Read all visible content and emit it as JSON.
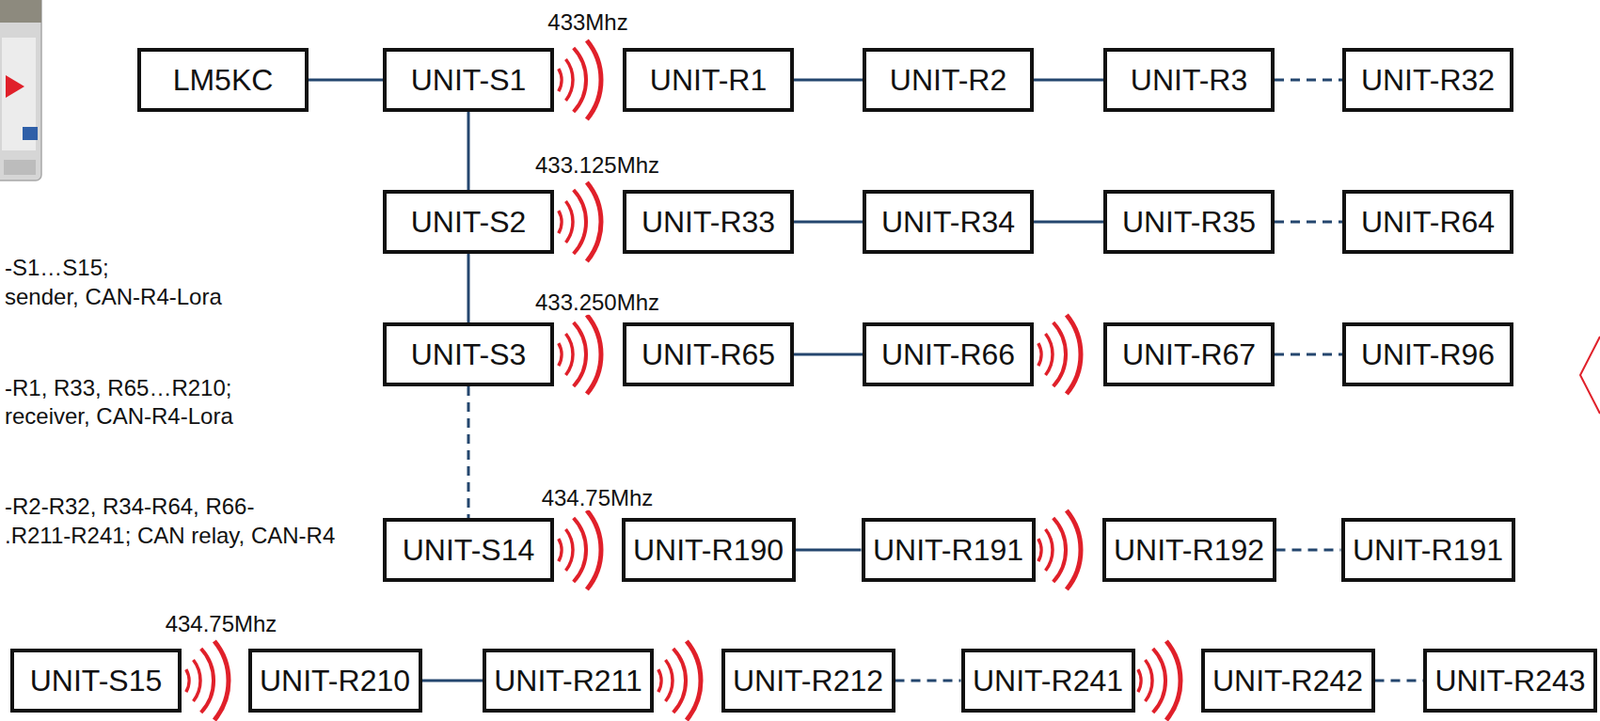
{
  "diagram": {
    "nodes": [
      {
        "text": [
          "LM5KC"
        ]
      },
      {
        "text": [
          "UNIT-S1"
        ]
      },
      {
        "text": [
          "UNIT-R1"
        ]
      },
      {
        "text": [
          "UNIT-R2"
        ]
      },
      {
        "text": [
          "UNIT-R3"
        ]
      },
      {
        "text": [
          "UNIT-R32"
        ]
      },
      {
        "text": [
          "UNIT-S2"
        ]
      },
      {
        "text": [
          "UNIT-R33"
        ]
      },
      {
        "text": [
          "UNIT-R34"
        ]
      },
      {
        "text": [
          "UNIT-R35"
        ]
      },
      {
        "text": [
          "UNIT-R64"
        ]
      },
      {
        "text": [
          "UNIT-S3"
        ]
      },
      {
        "text": [
          "UNIT-R65"
        ]
      },
      {
        "text": [
          "UNIT-R66"
        ]
      },
      {
        "text": [
          "UNIT-R67"
        ]
      },
      {
        "text": [
          "UNIT-R96"
        ]
      },
      {
        "text": [
          "UNIT-S14"
        ]
      },
      {
        "text": [
          "UNIT-R190"
        ]
      },
      {
        "text": [
          "UNIT-R191"
        ]
      },
      {
        "text": [
          "UNIT-R192"
        ]
      },
      {
        "text": [
          "UNIT-R191"
        ]
      },
      {
        "text": [
          "UNIT-S15"
        ]
      },
      {
        "text": [
          "UNIT-R210"
        ]
      },
      {
        "text": [
          "UNIT-R211"
        ]
      },
      {
        "text": [
          "UNIT-R212"
        ]
      },
      {
        "text": [
          "UNIT-R241"
        ]
      },
      {
        "text": [
          "UNIT-R242"
        ]
      },
      {
        "text": [
          "UNIT-R243"
        ]
      }
    ],
    "edges": [
      {
        "from": 0,
        "to": 1,
        "arrow": "none"
      },
      {
        "from": 2,
        "to": 3,
        "arrow": "none"
      },
      {
        "from": 3,
        "to": 4,
        "arrow": "none"
      },
      {
        "from": 4,
        "to": 5,
        "arrow": "none"
      },
      {
        "from": 1,
        "to": 6,
        "arrow": "none"
      },
      {
        "from": 7,
        "to": 8,
        "arrow": "none"
      },
      {
        "from": 8,
        "to": 9,
        "arrow": "none"
      },
      {
        "from": 9,
        "to": 10,
        "arrow": "none"
      },
      {
        "from": 6,
        "to": 11,
        "arrow": "none"
      },
      {
        "from": 12,
        "to": 13,
        "arrow": "none"
      },
      {
        "from": 14,
        "to": 15,
        "arrow": "none"
      },
      {
        "from": 11,
        "to": 16,
        "arrow": "none"
      },
      {
        "from": 17,
        "to": 18,
        "arrow": "none"
      },
      {
        "from": 19,
        "to": 20,
        "arrow": "none"
      },
      {
        "from": 22,
        "to": 23,
        "arrow": "none"
      },
      {
        "from": 24,
        "to": 25,
        "arrow": "none"
      },
      {
        "from": 26,
        "to": 27,
        "arrow": "none"
      }
    ],
    "labels": [
      "433Mhz",
      "-S1…S15;",
      "sender, CAN-R4-Lora",
      "433.125Mhz",
      "-R1, R33, R65…R210;",
      "receiver, CAN-R4-Lora",
      "433.250Mhz",
      "-R2-R32, R34-R64, R66-",
      ".R211-R241; CAN relay, CAN-R4",
      "434.75Mhz",
      "434.75Mhz"
    ]
  }
}
